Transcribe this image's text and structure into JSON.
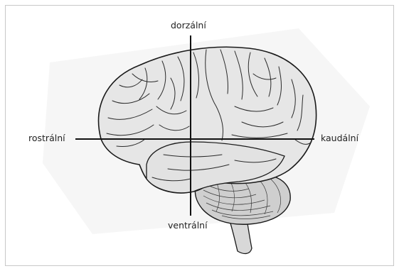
{
  "diagram": {
    "labels": {
      "dorsal": "dorzální",
      "ventral": "ventrální",
      "rostral": "rostrální",
      "caudal": "kaudální"
    },
    "colors": {
      "brain_fill": "#e6e6e6",
      "cerebellum_fill": "#d2d2d2",
      "outline": "#1a1a1a",
      "axis": "#111111",
      "background_sheet": "#f5f5f5"
    }
  }
}
